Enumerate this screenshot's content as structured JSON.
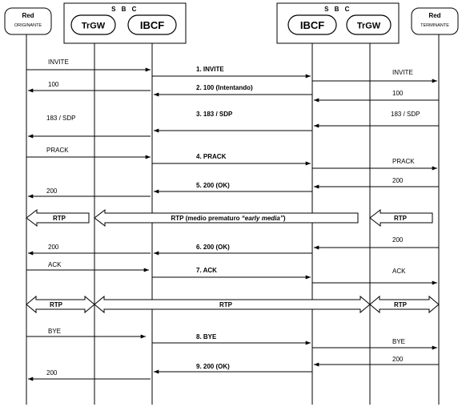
{
  "entities": {
    "origin": {
      "name": "Red",
      "sub": "ORIGINANTE"
    },
    "terminal": {
      "name": "Red",
      "sub": "TERMINANTE"
    },
    "sbc_left": {
      "label": "S B C",
      "trgw": "TrGW",
      "ibcf": "IBCF"
    },
    "sbc_right": {
      "label": "S B C",
      "ibcf": "IBCF",
      "trgw": "TrGW"
    }
  },
  "messages": [
    {
      "num": "1. INVITE",
      "left": "INVITE",
      "right": "INVITE"
    },
    {
      "num": "2. 100 (Intentando)",
      "left": "100",
      "right": "100"
    },
    {
      "num": "3. 183 / SDP",
      "left": "183 / SDP",
      "right": "183 / SDP"
    },
    {
      "num": "4. PRACK",
      "left": "PRACK",
      "right": "PRACK"
    },
    {
      "num": "5. 200 (OK)",
      "left": "200",
      "right": "200"
    },
    {
      "num": "6. 200 (OK)",
      "left": "200",
      "right": "200"
    },
    {
      "num": "7. ACK",
      "left": "ACK",
      "right": "ACK"
    },
    {
      "num": "8. BYE",
      "left": "BYE",
      "right": "BYE"
    },
    {
      "num": "9. 200 (OK)",
      "left": "200",
      "right": "200"
    }
  ],
  "rtp_early": {
    "left": "RTP",
    "middle_prefix": "RTP (medio prematuro ",
    "middle_em": "“early media”",
    "middle_suffix": ")",
    "right": "RTP"
  },
  "rtp_full": {
    "left": "RTP",
    "middle": "RTP",
    "right": "RTP"
  }
}
